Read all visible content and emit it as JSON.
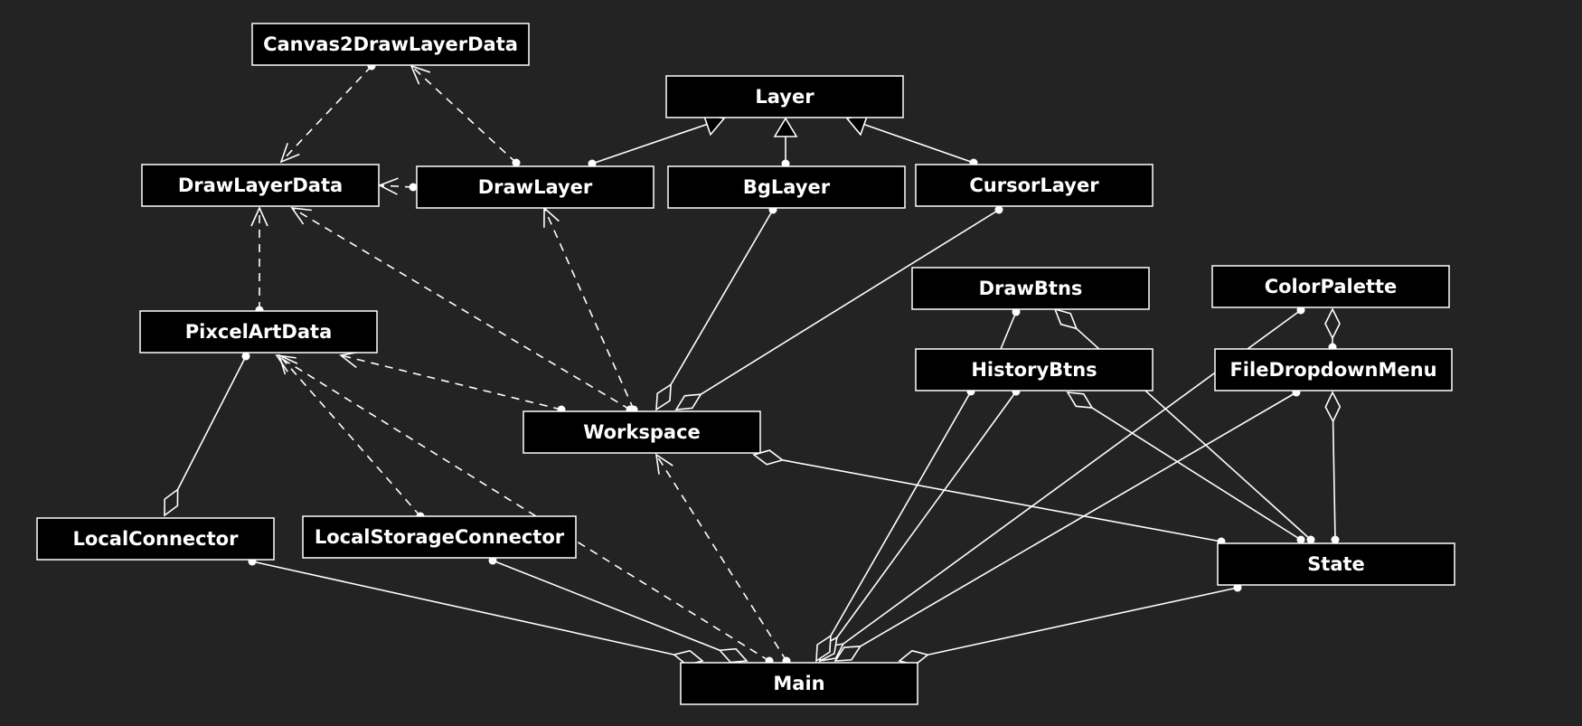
{
  "nodes": [
    {
      "id": "canvas2drawlayerdata",
      "label": "Canvas2DrawLayerData"
    },
    {
      "id": "layer",
      "label": "Layer"
    },
    {
      "id": "drawlayerdata",
      "label": "DrawLayerData"
    },
    {
      "id": "drawlayer",
      "label": "DrawLayer"
    },
    {
      "id": "bglayer",
      "label": "BgLayer"
    },
    {
      "id": "cursorlayer",
      "label": "CursorLayer"
    },
    {
      "id": "drawbtns",
      "label": "DrawBtns"
    },
    {
      "id": "colorpalette",
      "label": "ColorPalette"
    },
    {
      "id": "pixcelartdata",
      "label": "PixcelArtData"
    },
    {
      "id": "historybtns",
      "label": "HistoryBtns"
    },
    {
      "id": "filedropdownmenu",
      "label": "FileDropdownMenu"
    },
    {
      "id": "workspace",
      "label": "Workspace"
    },
    {
      "id": "localconnector",
      "label": "LocalConnector"
    },
    {
      "id": "localstorageconnector",
      "label": "LocalStorageConnector"
    },
    {
      "id": "state",
      "label": "State"
    },
    {
      "id": "main",
      "label": "Main"
    }
  ],
  "edges": [
    {
      "from": "canvas2drawlayerdata",
      "to": "drawlayerdata",
      "kind": "dependency"
    },
    {
      "from": "drawlayer",
      "to": "canvas2drawlayerdata",
      "kind": "dependency"
    },
    {
      "from": "drawlayer",
      "to": "drawlayerdata",
      "kind": "dependency"
    },
    {
      "from": "drawlayer",
      "to": "layer",
      "kind": "inheritance"
    },
    {
      "from": "bglayer",
      "to": "layer",
      "kind": "inheritance"
    },
    {
      "from": "cursorlayer",
      "to": "layer",
      "kind": "inheritance"
    },
    {
      "from": "pixcelartdata",
      "to": "drawlayerdata",
      "kind": "dependency"
    },
    {
      "from": "workspace",
      "to": "drawlayerdata",
      "kind": "dependency"
    },
    {
      "from": "workspace",
      "to": "drawlayer",
      "kind": "dependency"
    },
    {
      "from": "workspace",
      "to": "pixcelartdata",
      "kind": "dependency"
    },
    {
      "from": "bglayer",
      "to": "workspace",
      "kind": "aggregation"
    },
    {
      "from": "cursorlayer",
      "to": "workspace",
      "kind": "aggregation"
    },
    {
      "from": "pixcelartdata",
      "to": "localconnector",
      "kind": "aggregation"
    },
    {
      "from": "localstorageconnector",
      "to": "pixcelartdata",
      "kind": "dependency"
    },
    {
      "from": "main",
      "to": "pixcelartdata",
      "kind": "dependency"
    },
    {
      "from": "main",
      "to": "workspace",
      "kind": "dependency"
    },
    {
      "from": "localconnector",
      "to": "main",
      "kind": "aggregation"
    },
    {
      "from": "localstorageconnector",
      "to": "main",
      "kind": "aggregation"
    },
    {
      "from": "state",
      "to": "main",
      "kind": "aggregation"
    },
    {
      "from": "state",
      "to": "workspace",
      "kind": "aggregation"
    },
    {
      "from": "historybtns",
      "to": "drawbtns",
      "kind": "association"
    },
    {
      "from": "state",
      "to": "drawbtns",
      "kind": "aggregation"
    },
    {
      "from": "filedropdownmenu",
      "to": "colorpalette",
      "kind": "aggregation"
    },
    {
      "from": "colorpalette",
      "to": "main",
      "kind": "aggregation"
    },
    {
      "from": "drawbtns",
      "to": "main",
      "kind": "aggregation"
    },
    {
      "from": "historybtns",
      "to": "main",
      "kind": "aggregation"
    },
    {
      "from": "filedropdownmenu",
      "to": "main",
      "kind": "aggregation"
    },
    {
      "from": "state",
      "to": "historybtns",
      "kind": "aggregation"
    },
    {
      "from": "state",
      "to": "filedropdownmenu",
      "kind": "aggregation"
    }
  ],
  "colors": {
    "background": "#232323",
    "node_fill": "#000000",
    "line": "#ffffff"
  }
}
